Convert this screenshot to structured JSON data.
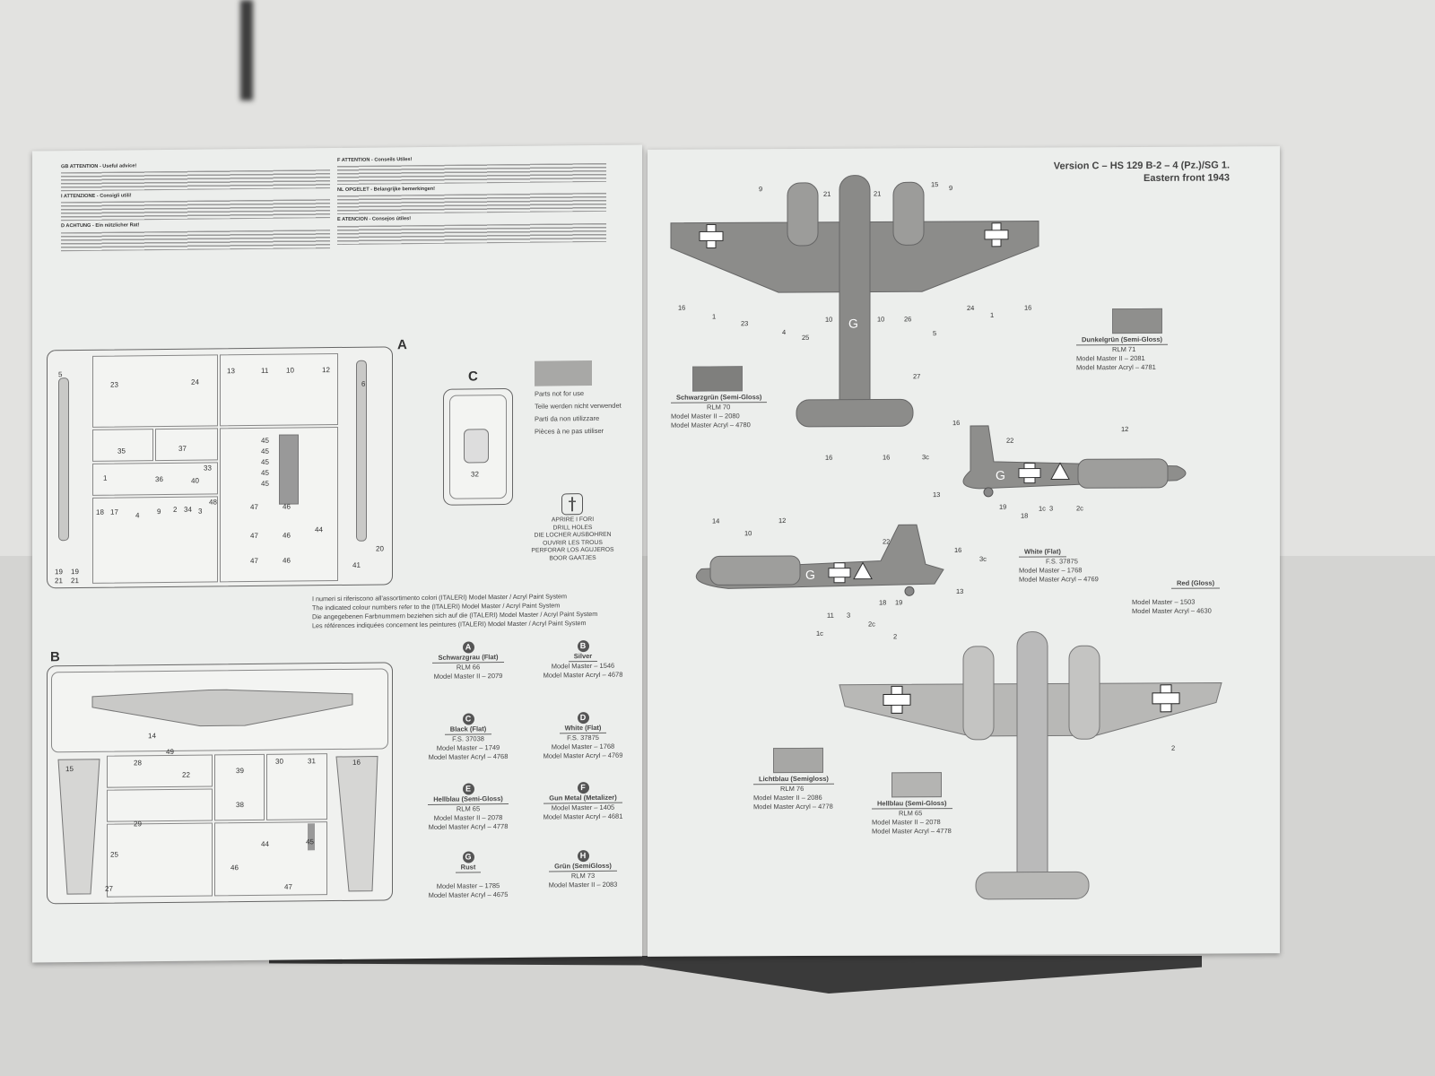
{
  "left_page": {
    "instructions": [
      {
        "lang_code": "GB",
        "heading": "ATTENTION - Useful advice!"
      },
      {
        "lang_code": "I",
        "heading": "ATTENZIONE - Consigli utili!"
      },
      {
        "lang_code": "D",
        "heading": "ACHTUNG - Ein nützlicher Rat!"
      },
      {
        "lang_code": "F",
        "heading": "ATTENTION - Conseils Utiles!"
      },
      {
        "lang_code": "NL",
        "heading": "OPGELET - Belangrijke bemerkingen!"
      },
      {
        "lang_code": "E",
        "heading": "ATENCION - Consejos útiles!"
      }
    ],
    "sprue_a_label": "A",
    "sprue_b_label": "B",
    "sprue_c_label": "C",
    "sprue_a_numbers": [
      "5",
      "23",
      "24",
      "13",
      "11",
      "10",
      "12",
      "6",
      "35",
      "37",
      "1",
      "36",
      "33",
      "40",
      "18",
      "17",
      "4",
      "9",
      "2",
      "34",
      "3",
      "48",
      "45",
      "45",
      "45",
      "45",
      "45",
      "47",
      "46",
      "47",
      "46",
      "47",
      "46",
      "44",
      "20",
      "41",
      "19",
      "19",
      "21",
      "21"
    ],
    "sprue_b_numbers": [
      "14",
      "49",
      "15",
      "28",
      "22",
      "39",
      "30",
      "31",
      "16",
      "29",
      "38",
      "44",
      "45",
      "46",
      "47",
      "25",
      "27"
    ],
    "sprue_c_numbers": [
      "32"
    ],
    "legend_parts_not_for_use": [
      "Parts not for use",
      "Teile werden nicht verwendet",
      "Parti da non utilizzare",
      "Pièces à ne pas utiliser"
    ],
    "drill_holes": [
      "APRIRE I FORI",
      "DRILL HOLES",
      "DIE LOCHER AUSBOHREN",
      "OUVRIR LES TROUS",
      "PERFORAR LOS AGUJEROS",
      "BOOR GAATJES"
    ],
    "paint_note": [
      "I numeri si riferiscono all'assortimento colori (ITALERI) Model Master / Acryl Paint System",
      "The indicated colour numbers refer to the (ITALERI) Model Master / Acryl Paint System",
      "Die angegebenen Farbnummern beziehen sich auf die (ITALERI) Model Master / Acryl Paint System",
      "Les références indiquées concernent les peintures (ITALERI) Model Master / Acryl Paint System"
    ],
    "paints": [
      {
        "letter": "A",
        "name": "Schwarzgrau (Flat)",
        "lines": [
          "RLM 66",
          "Model Master II – 2079"
        ]
      },
      {
        "letter": "B",
        "name": "Silver",
        "lines": [
          "Model Master – 1546",
          "Model Master Acryl – 4678"
        ]
      },
      {
        "letter": "C",
        "name": "Black (Flat)",
        "lines": [
          "F.S. 37038",
          "Model Master – 1749",
          "Model Master Acryl – 4768"
        ]
      },
      {
        "letter": "D",
        "name": "White (Flat)",
        "lines": [
          "F.S. 37875",
          "Model Master – 1768",
          "Model Master Acryl – 4769"
        ]
      },
      {
        "letter": "E",
        "name": "Hellblau (Semi-Gloss)",
        "lines": [
          "RLM 65",
          "Model Master II – 2078",
          "Model Master Acryl – 4778"
        ]
      },
      {
        "letter": "F",
        "name": "Gun Metal (Metalizer)",
        "lines": [
          "Model Master – 1405",
          "Model Master Acryl – 4681"
        ]
      },
      {
        "letter": "G",
        "name": "Rust",
        "lines": [
          "Model Master – 1785",
          "Model Master Acryl – 4675"
        ]
      },
      {
        "letter": "H",
        "name": "Grün (SemiGloss)",
        "lines": [
          "RLM 73",
          "Model Master II – 2083"
        ]
      }
    ]
  },
  "right_page": {
    "title_line1": "Version C – HS 129 B-2 – 4 (Pz.)/SG 1.",
    "title_line2": "Eastern front 1943",
    "colors": [
      {
        "name": "Dunkelgrün (Semi-Gloss)",
        "lines": [
          "RLM 71",
          "Model Master II – 2081",
          "Model Master Acryl – 4781"
        ]
      },
      {
        "name": "Schwarzgrün (Semi-Gloss)",
        "lines": [
          "RLM 70",
          "Model Master II – 2080",
          "Model Master Acryl – 4780"
        ]
      },
      {
        "name": "White (Flat)",
        "lines": [
          "F.S. 37875",
          "Model Master – 1768",
          "Model Master Acryl – 4769"
        ]
      },
      {
        "name": "Red (Gloss)",
        "lines": [
          "Model Master – 1503",
          "Model Master Acryl – 4630"
        ]
      },
      {
        "name": "Lichtblau (Semigloss)",
        "lines": [
          "RLM 76",
          "Model Master II – 2086",
          "Model Master Acryl – 4778"
        ]
      },
      {
        "name": "Hellblau (Semi-Gloss)",
        "lines": [
          "RLM 65",
          "Model Master II – 2078",
          "Model Master Acryl – 4778"
        ]
      }
    ],
    "top_view_callouts": [
      "9",
      "21",
      "21",
      "15",
      "9",
      "16",
      "1",
      "23",
      "4",
      "25",
      "10",
      "10",
      "26",
      "5",
      "24",
      "1",
      "16",
      "27",
      "16",
      "16"
    ],
    "side_view_callouts": [
      "16",
      "22",
      "12",
      "3c",
      "13",
      "19",
      "18",
      "1c",
      "3",
      "2c"
    ],
    "side_view2_callouts": [
      "14",
      "10",
      "12",
      "22",
      "16",
      "3c",
      "13",
      "18",
      "19",
      "11",
      "3",
      "2c",
      "1c"
    ],
    "bottom_view_callouts": [
      "2",
      "2"
    ],
    "fuselage_code": "G"
  },
  "accent_colors": {
    "paper": "#eceeec",
    "ink": "#333333",
    "swatch": "#8f8f8d"
  }
}
